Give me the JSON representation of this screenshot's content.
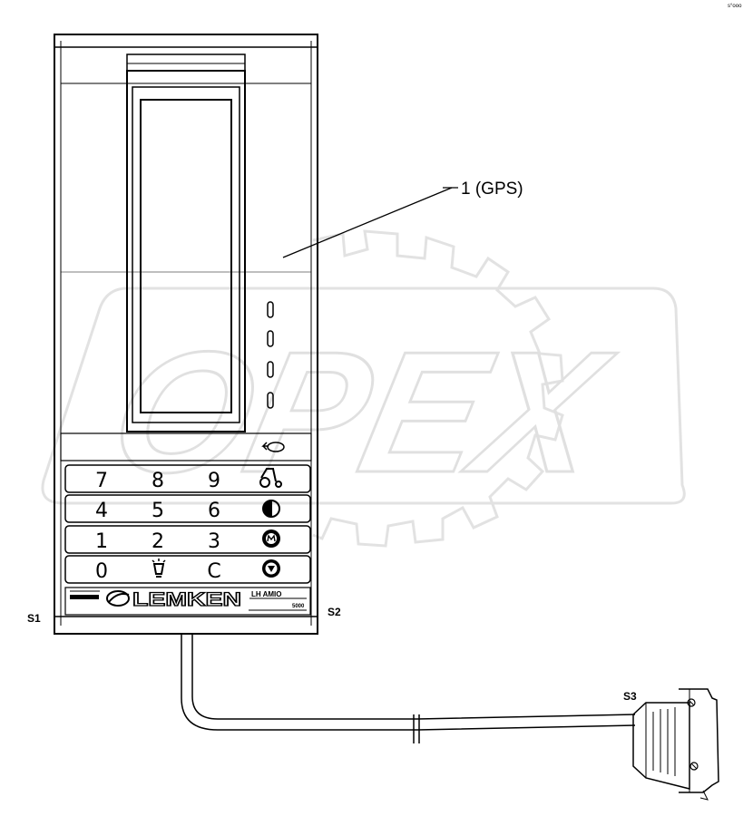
{
  "callout": {
    "label": "1 (GPS)"
  },
  "connectors": {
    "s1": "S1",
    "s2": "S2",
    "s3": "S3"
  },
  "keypad": {
    "rows": [
      [
        "7",
        "8",
        "9"
      ],
      [
        "4",
        "5",
        "6"
      ],
      [
        "1",
        "2",
        "3"
      ],
      [
        "0",
        "",
        "C"
      ]
    ],
    "icons": [
      "tractor-icon",
      "half-circle-icon",
      "m-circle-icon",
      "down-triangle-circle-icon"
    ]
  },
  "brand": {
    "name": "LEMKEN",
    "model": "LH AMIO",
    "sub": "5000"
  },
  "watermark": {
    "text": "OPEX"
  },
  "corner_mark": "s°ooo",
  "colors": {
    "line": "#000000",
    "watermark": "#cccccc"
  }
}
